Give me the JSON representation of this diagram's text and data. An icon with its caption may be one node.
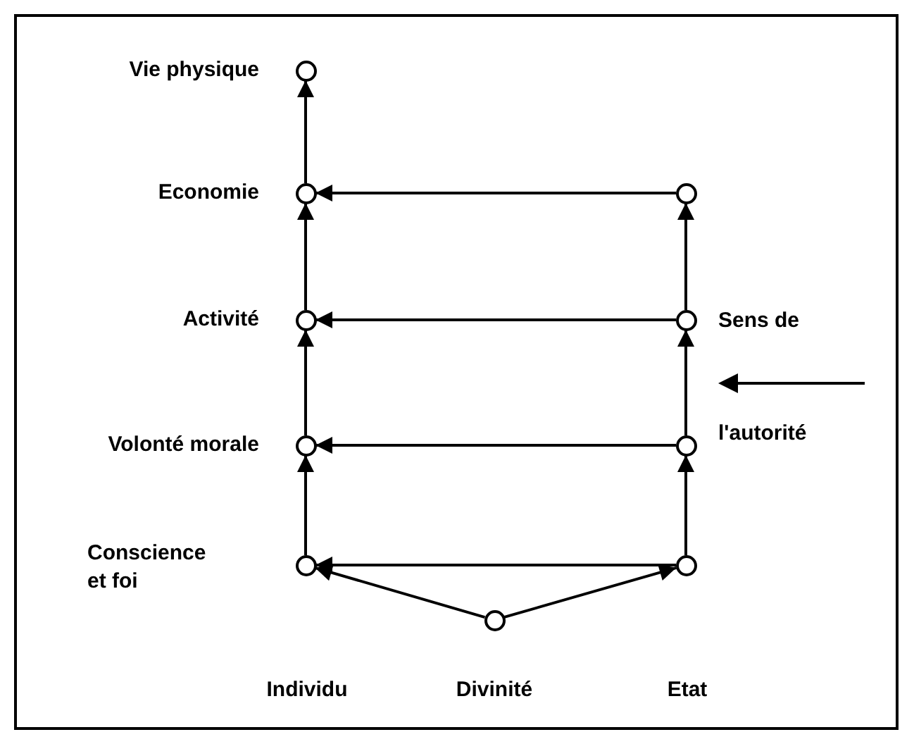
{
  "diagram": {
    "nodes": [
      {
        "text": [],
        "shape": "circle"
      },
      {
        "text": [],
        "shape": "circle"
      },
      {
        "text": [],
        "shape": "circle"
      },
      {
        "text": [],
        "shape": "circle"
      },
      {
        "text": [],
        "shape": "circle"
      },
      {
        "text": [],
        "shape": "circle"
      },
      {
        "text": [],
        "shape": "circle"
      },
      {
        "text": [],
        "shape": "circle"
      },
      {
        "text": [],
        "shape": "circle"
      },
      {
        "text": [],
        "shape": "circle"
      }
    ],
    "edges": [
      {
        "from": 1,
        "to": 0,
        "arrow": "to"
      },
      {
        "from": 2,
        "to": 1,
        "arrow": "to"
      },
      {
        "from": 3,
        "to": 2,
        "arrow": "to"
      },
      {
        "from": 4,
        "to": 3,
        "arrow": "to"
      },
      {
        "from": 5,
        "to": 1,
        "arrow": "to"
      },
      {
        "from": 6,
        "to": 2,
        "arrow": "to"
      },
      {
        "from": 7,
        "to": 3,
        "arrow": "to"
      },
      {
        "from": 8,
        "to": 4,
        "arrow": "to"
      },
      {
        "from": 8,
        "to": 7,
        "arrow": "to"
      },
      {
        "from": 7,
        "to": 6,
        "arrow": "to"
      },
      {
        "from": 6,
        "to": 5,
        "arrow": "to"
      },
      {
        "from": 9,
        "to": 4,
        "arrow": "to"
      },
      {
        "from": 9,
        "to": 8,
        "arrow": "to"
      }
    ],
    "labels": [
      "Vie physique",
      "Economie",
      "Activité",
      "Sens de",
      "Volonté morale",
      "l'autorité",
      "Conscience et foi",
      "Individu",
      "Divinité",
      "Etat"
    ]
  }
}
